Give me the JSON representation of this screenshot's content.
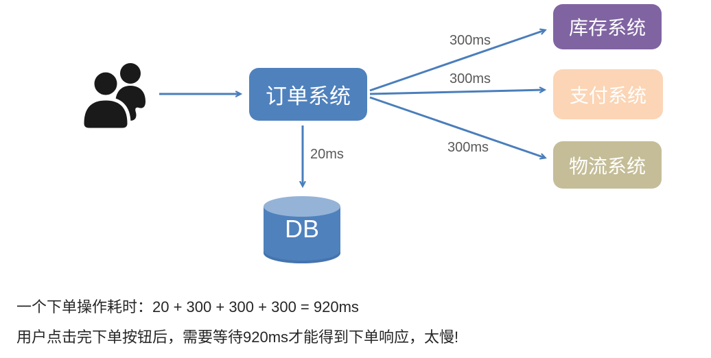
{
  "diagram": {
    "nodes": {
      "users": {
        "icon": "users-icon",
        "color": "#1A1A1A"
      },
      "order": {
        "label": "订单系统",
        "color": "#4F81BD",
        "text_color": "#FFFFFF"
      },
      "inventory": {
        "label": "库存系统",
        "color": "#8064A2",
        "text_color": "#FFFFFF"
      },
      "payment": {
        "label": "支付系统",
        "color": "#FBD5B5",
        "text_color": "#FFFFFF"
      },
      "logistics": {
        "label": "物流系统",
        "color": "#C4BD97",
        "text_color": "#FFFFFF"
      },
      "db": {
        "label": "DB",
        "body_color": "#4F81BD",
        "top_color": "#95B3D7",
        "text_color": "#FFFFFF"
      }
    },
    "edges": {
      "users_to_order": {
        "label": ""
      },
      "order_to_inventory": {
        "label": "300ms"
      },
      "order_to_payment": {
        "label": "300ms"
      },
      "order_to_logistics": {
        "label": "300ms"
      },
      "order_to_db": {
        "label": "20ms"
      }
    },
    "arrow_color": "#4A7EBB",
    "edge_label_color": "#595959"
  },
  "notes": {
    "line1": "一个下单操作耗时：20 + 300 + 300 + 300 = 920ms",
    "line2": "用户点击完下单按钮后，需要等待920ms才能得到下单响应，太慢!"
  }
}
